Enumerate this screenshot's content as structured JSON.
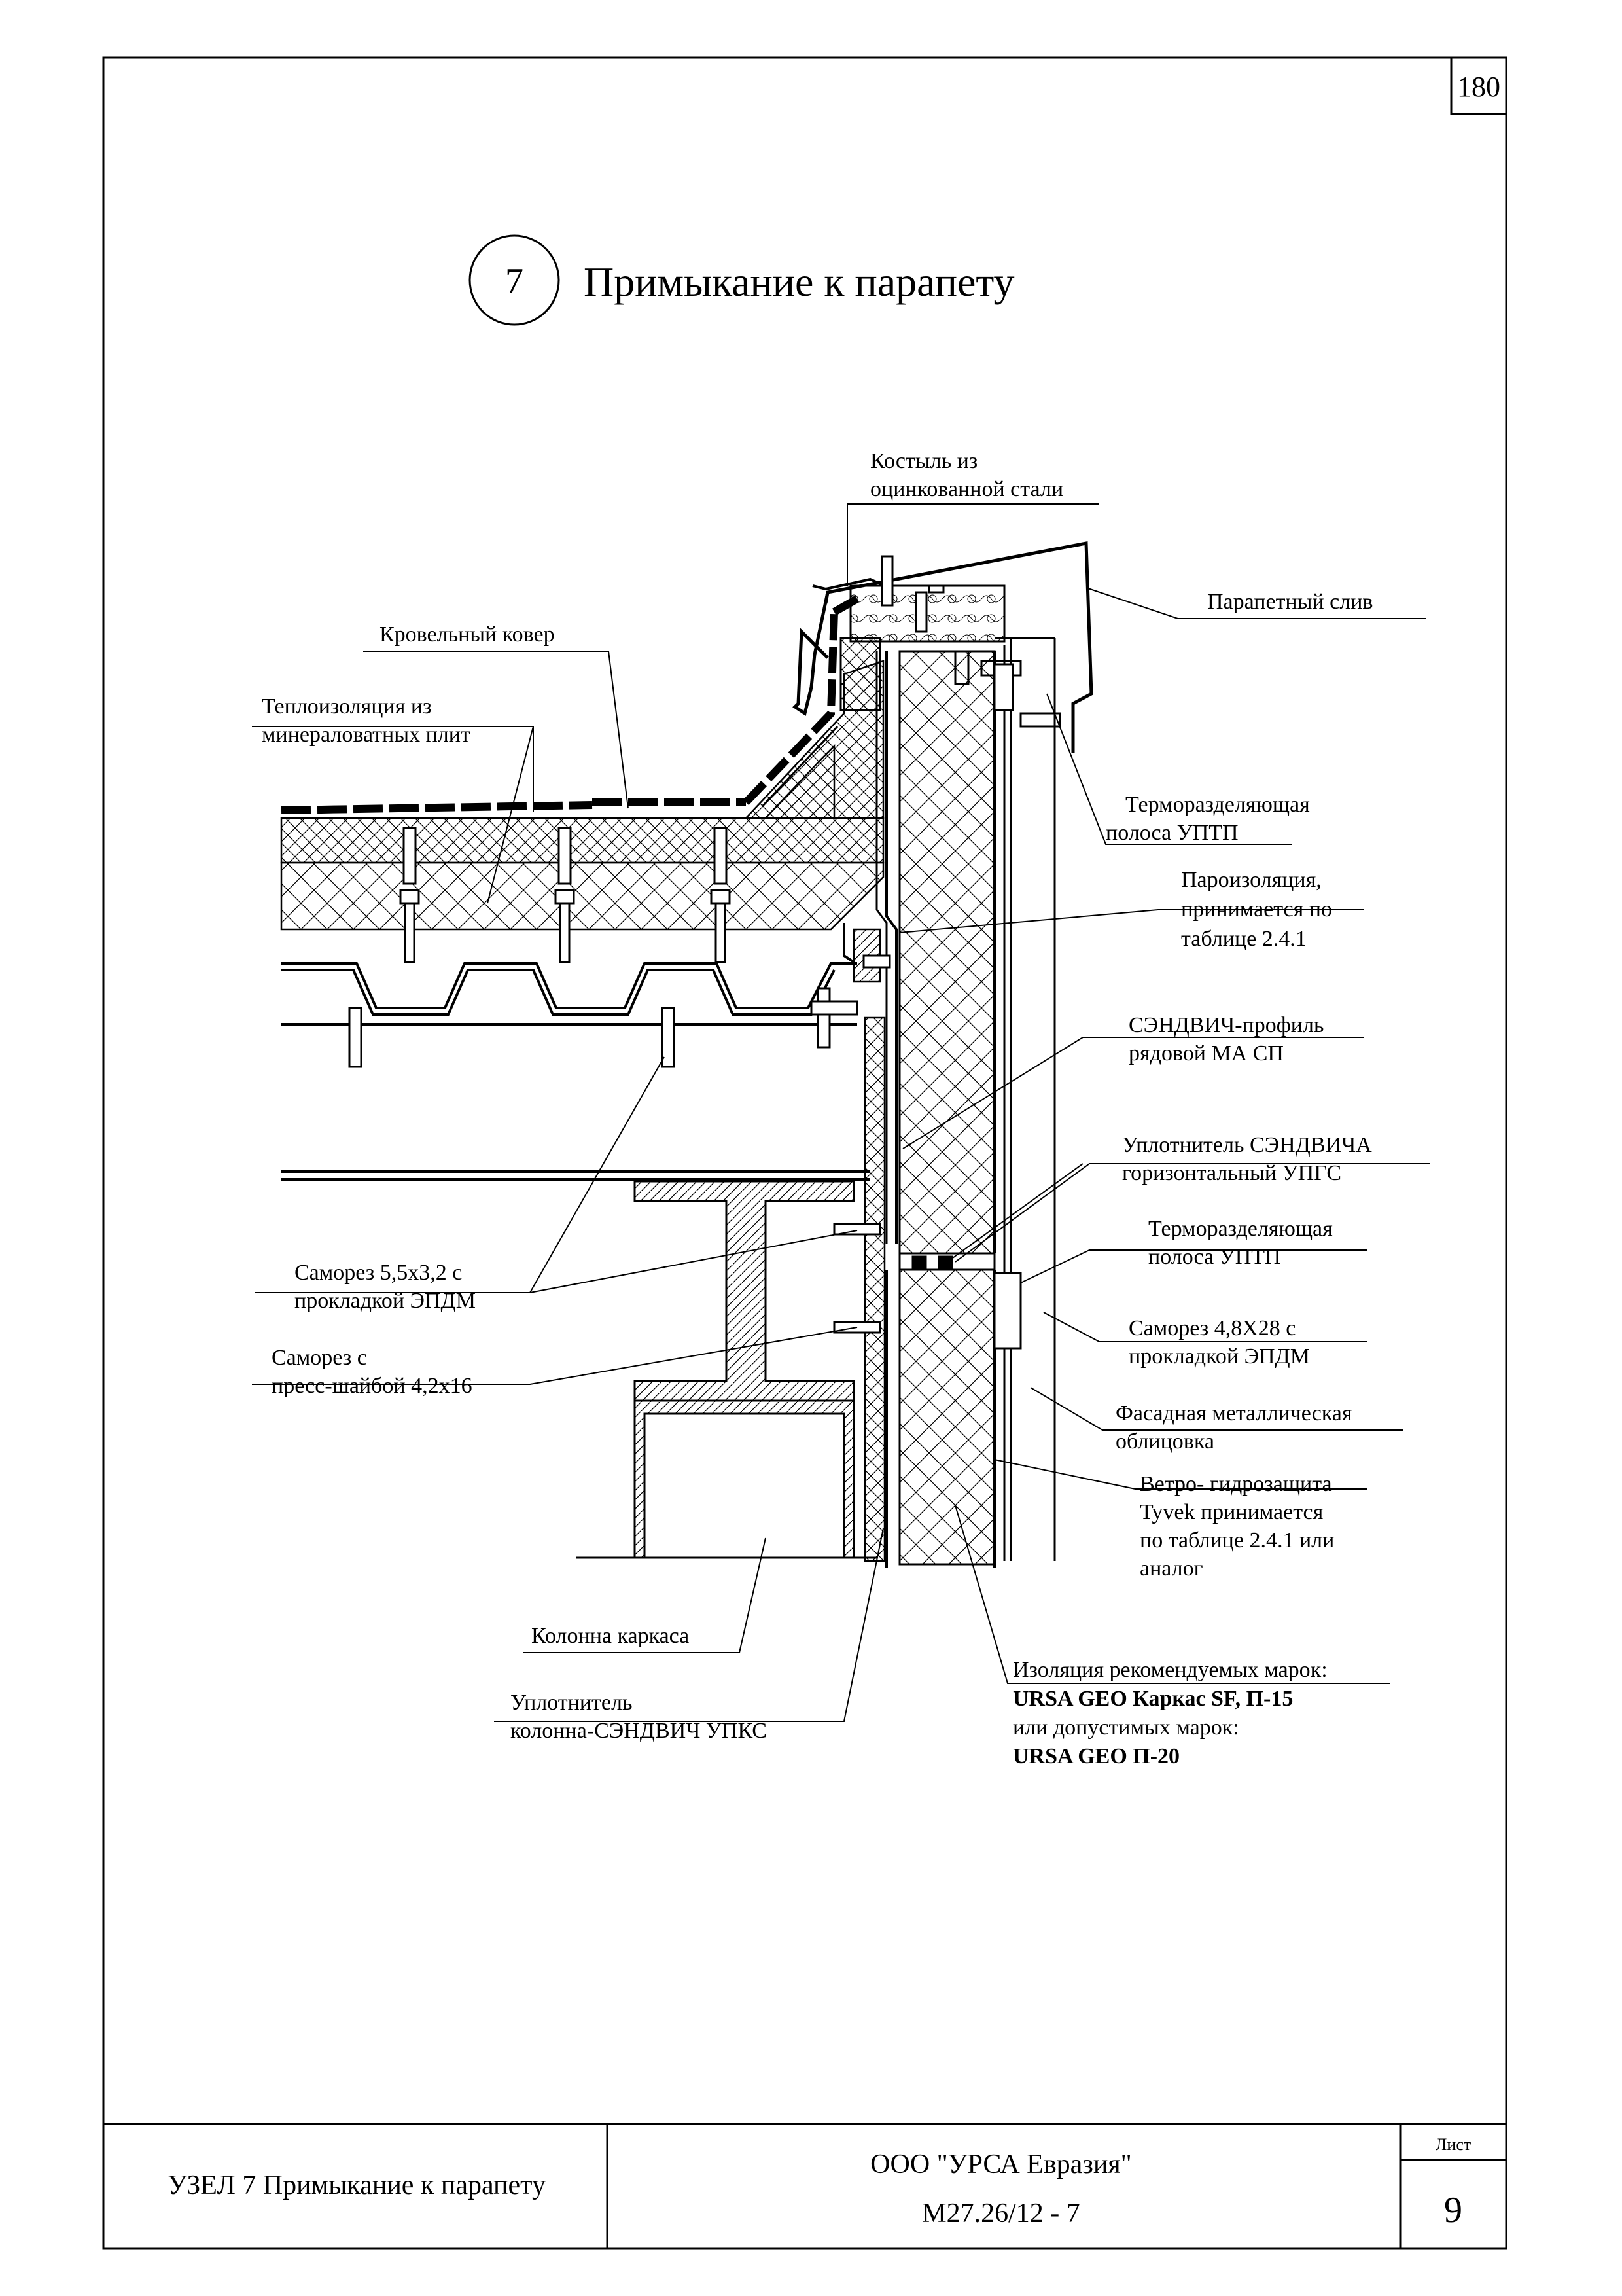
{
  "page_number": "180",
  "detail": {
    "number": "7",
    "title": "Примыкание к парапету"
  },
  "labels": {
    "kostyl": [
      "Костыль из",
      "оцинкованной стали"
    ],
    "parapet_sliv": "Парапетный слив",
    "krovelny_kover": "Кровельный ковер",
    "teploizolyaciya": [
      "Теплоизоляция из",
      "минераловатных плит"
    ],
    "termo_strip_top": [
      "Терморазделяющая",
      "полоса УПТП"
    ],
    "paroizolyaciya": [
      "Пароизоляция,",
      "принимается по",
      "таблице 2.4.1"
    ],
    "sandwich_profile": [
      "СЭНДВИЧ-профиль",
      "рядовой МА СП"
    ],
    "uplotnitel_sandwich": [
      "Уплотнитель СЭНДВИЧА",
      "горизонтальный УПГС"
    ],
    "termo_strip_bottom": [
      "Терморазделяющая",
      "полоса УПТП"
    ],
    "samorez_48": [
      "Саморез 4,8X28 с",
      "прокладкой ЭПДМ"
    ],
    "fasad": [
      "Фасадная металлическая",
      "облицовка"
    ],
    "veter": [
      "Ветро- гидрозащита",
      "Tyvek  принимается",
      "по таблице 2.4.1 или",
      "аналог"
    ],
    "samorez_55": [
      "Саморез 5,5х3,2 с",
      "прокладкой ЭПДМ"
    ],
    "samorez_42": [
      "Саморез с",
      "пресс-шайбой 4,2х16"
    ],
    "kolonna": "Колонна каркаса",
    "uplotnitel_kolonna": [
      "Уплотнитель",
      "колонна-СЭНДВИЧ УПКС"
    ],
    "izolyaciya": {
      "line1": "Изоляция рекомендуемых марок:",
      "line2": "URSA GEO Каркас SF,  П-15",
      "line3": "или допустимых марок:",
      "line4": "URSA GEO П-20"
    }
  },
  "title_block": {
    "node_name": "УЗЕЛ 7 Примыкание к парапету",
    "company": "ООО \"УРСА Евразия\"",
    "doc_code": "М27.26/12 - 7",
    "sheet_label": "Лист",
    "sheet_number": "9"
  }
}
